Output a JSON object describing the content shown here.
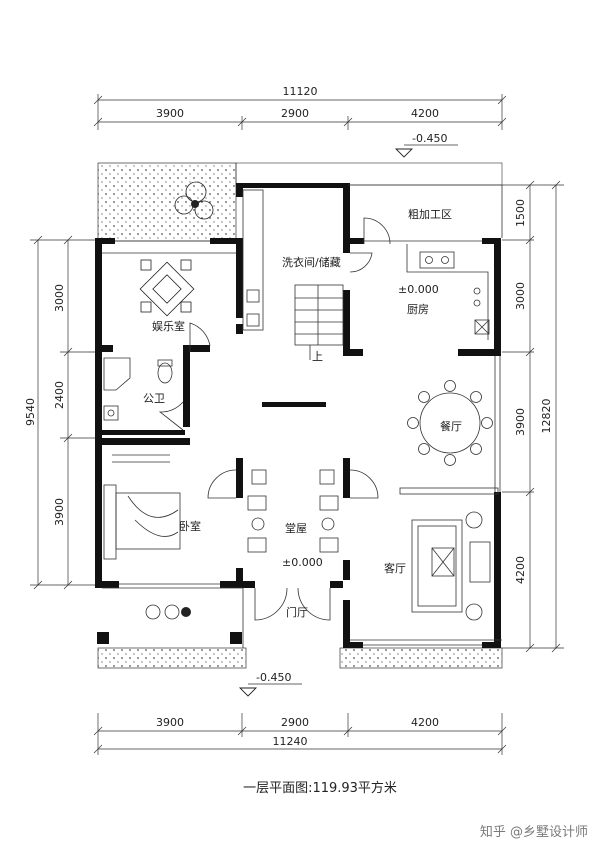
{
  "dimensions": {
    "top_total": "11120",
    "top": [
      "3900",
      "2900",
      "4200"
    ],
    "bottom": [
      "3900",
      "2900",
      "4200"
    ],
    "bottom_total": "11240",
    "left": [
      "3000",
      "2400",
      "3900"
    ],
    "left_total": "9540",
    "right": [
      "1500",
      "3000",
      "3900",
      "4200"
    ],
    "right_total": "12820"
  },
  "elevations": {
    "top_outside": "-0.450",
    "bottom_outside": "-0.450",
    "kitchen": "±0.000",
    "hall": "±0.000"
  },
  "rooms": {
    "entertainment": "娱乐室",
    "laundry_storage": "洗衣间/储藏",
    "processing_area": "粗加工区",
    "kitchen": "厨房",
    "bathroom": "公卫",
    "dining": "餐厅",
    "bedroom": "卧室",
    "main_hall": "堂屋",
    "living": "客厅",
    "foyer": "门厅",
    "stair_up": "上"
  },
  "caption": "一层平面图:119.93平方米",
  "watermark": "知乎 @乡墅设计师"
}
